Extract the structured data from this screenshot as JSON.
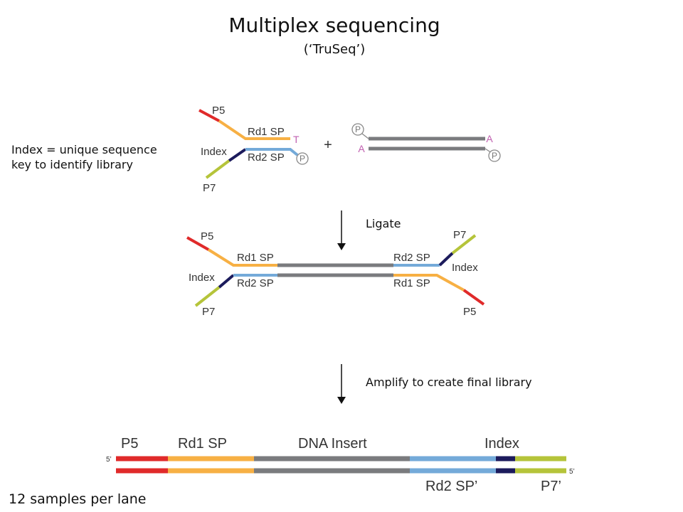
{
  "title": "Multiplex sequencing",
  "subtitle": "(‘TruSeq’)",
  "note_line1": "Index = unique sequence",
  "note_line2": "key to identify library",
  "plus": "+",
  "steps": {
    "ligate": "Ligate",
    "amplify": "Amplify to create final library"
  },
  "adapter": {
    "p5": "P5",
    "rd1": "Rd1 SP",
    "t": "T",
    "index": "Index",
    "rd2": "Rd2 SP",
    "p": "P",
    "p7": "P7"
  },
  "insert": {
    "p": "P",
    "a": "A"
  },
  "ligated": {
    "left_p5": "P5",
    "left_rd1": "Rd1 SP",
    "left_index": "Index",
    "left_rd2": "Rd2 SP",
    "left_p7": "P7",
    "right_p7": "P7",
    "right_rd2": "Rd2 SP",
    "right_index": "Index",
    "right_rd1": "Rd1 SP",
    "right_p5": "P5"
  },
  "final": {
    "p5": "P5",
    "rd1": "Rd1 SP",
    "insert": "DNA Insert",
    "index": "Index",
    "rd2": "Rd2 SP’",
    "p7": "P7’",
    "five_prime": "5’"
  },
  "footer": "12 samples per lane",
  "colors": {
    "p5": "#e02a2a",
    "rd1": "#f7b044",
    "rd2": "#74aad9",
    "index": "#1c1b5c",
    "p7": "#b5c43a",
    "insert": "#7a7b7e"
  }
}
